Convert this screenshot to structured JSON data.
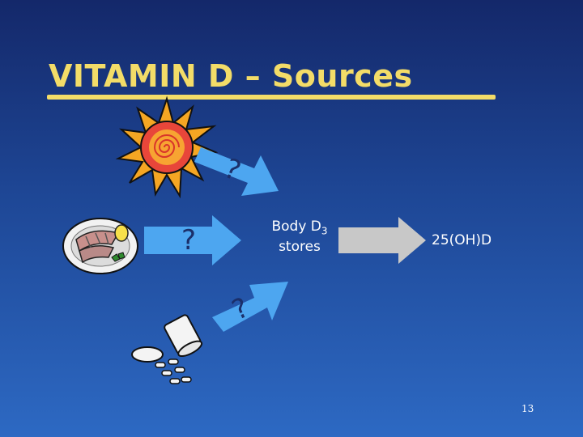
{
  "slide": {
    "title": "VITAMIN D – Sources",
    "sun_question": "?",
    "food_question": "?",
    "supplement_question": "?",
    "stores_label_main": "Body D",
    "stores_label_sub": "3",
    "stores_label_line2": "stores",
    "metabolite_label": "25(OH)D",
    "page_number": "13"
  },
  "colors": {
    "title": "#f3dc68",
    "arrow_fill": "#4da6f0",
    "gray_arrow_fill": "#c8c8c8",
    "background_top": "#14286a",
    "background_bottom": "#2d69c3"
  },
  "icons": [
    "sun-icon",
    "fish-plate-icon",
    "pills-icon"
  ]
}
